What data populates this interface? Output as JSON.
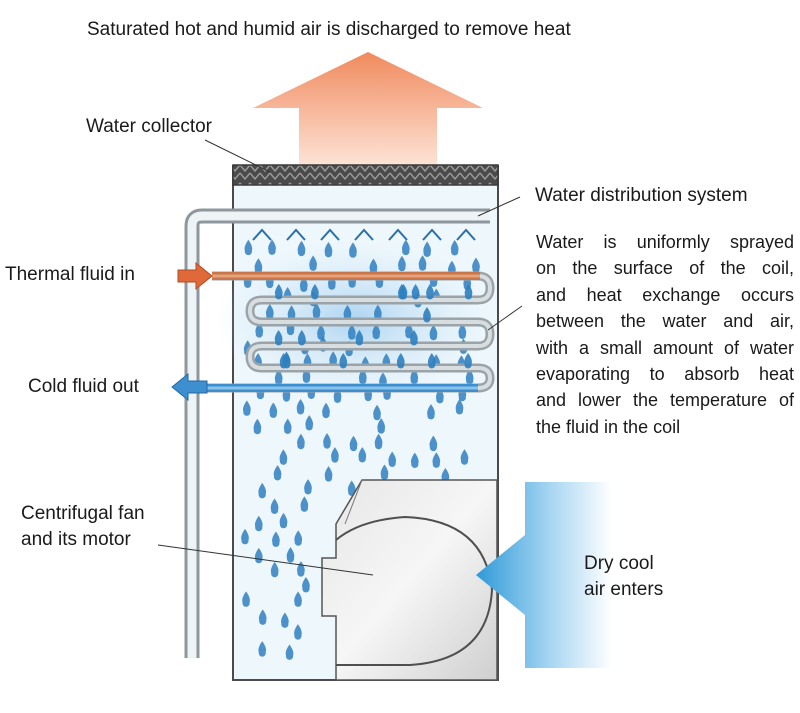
{
  "labels": {
    "top_caption": "Saturated hot and humid air is discharged to remove heat",
    "water_collector": "Water collector",
    "water_distribution": "Water distribution system",
    "thermal_fluid_in": "Thermal fluid in",
    "cold_fluid_out": "Cold fluid out",
    "fan_line1": "Centrifugal fan",
    "fan_line2": "and its motor",
    "dry_air_line1": "Dry cool",
    "dry_air_line2": "air enters"
  },
  "description_lines": [
    "Water is uniformly sprayed",
    "on the surface of the coil,",
    "and heat exchange occurs",
    "between the water and air,",
    "with a small amount of water",
    "evaporating to absorb heat",
    "and lower the temperature of",
    "the fluid in the coil"
  ],
  "colors": {
    "hot_air": "#f08a5d",
    "hot_fluid": "#e0693a",
    "cold_fluid": "#3d8fd0",
    "water_drop": "#2f7fbf",
    "tower_fill": "#eef7fc",
    "dry_air": "#2f9ad8"
  },
  "icons": {
    "exhaust": "up-arrow-icon",
    "inlet": "right-arrow-icon",
    "outlet": "left-arrow-icon",
    "air_intake": "wide-arrow-icon",
    "spray": "spray-nozzle-icon",
    "droplet": "water-drop-icon"
  }
}
